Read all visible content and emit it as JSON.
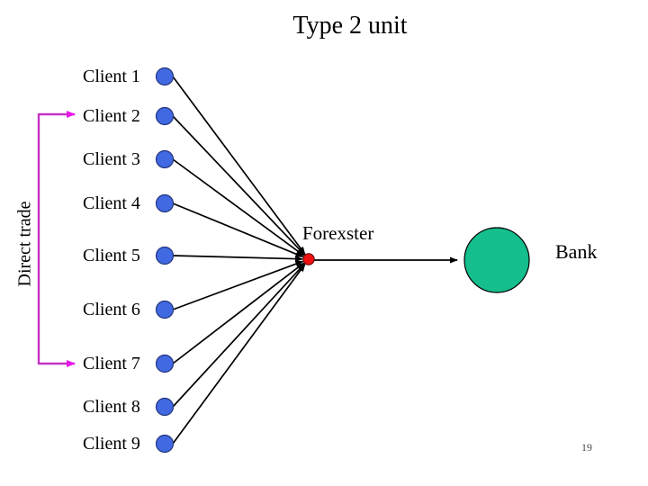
{
  "slide": {
    "title": "Type 2 unit",
    "page_number": "19"
  },
  "diagram": {
    "clients": [
      {
        "label": "Client 1"
      },
      {
        "label": "Client 2"
      },
      {
        "label": "Client 3"
      },
      {
        "label": "Client 4"
      },
      {
        "label": "Client 5"
      },
      {
        "label": "Client 6"
      },
      {
        "label": "Client 7"
      },
      {
        "label": "Client 8"
      },
      {
        "label": "Client 9"
      }
    ],
    "hub": {
      "label": "Forexster"
    },
    "bank": {
      "label": "Bank"
    },
    "direct_trade": {
      "label": "Direct trade"
    },
    "colors": {
      "client_node_fill": "#4169E1",
      "client_node_border": "#24357E",
      "hub_node_fill": "#EE1111",
      "bank_node_fill": "#14BE8D",
      "connector_line": "#000000",
      "direct_trade_line": "#C433C4",
      "direct_trade_arrow": "#E816E8"
    }
  }
}
